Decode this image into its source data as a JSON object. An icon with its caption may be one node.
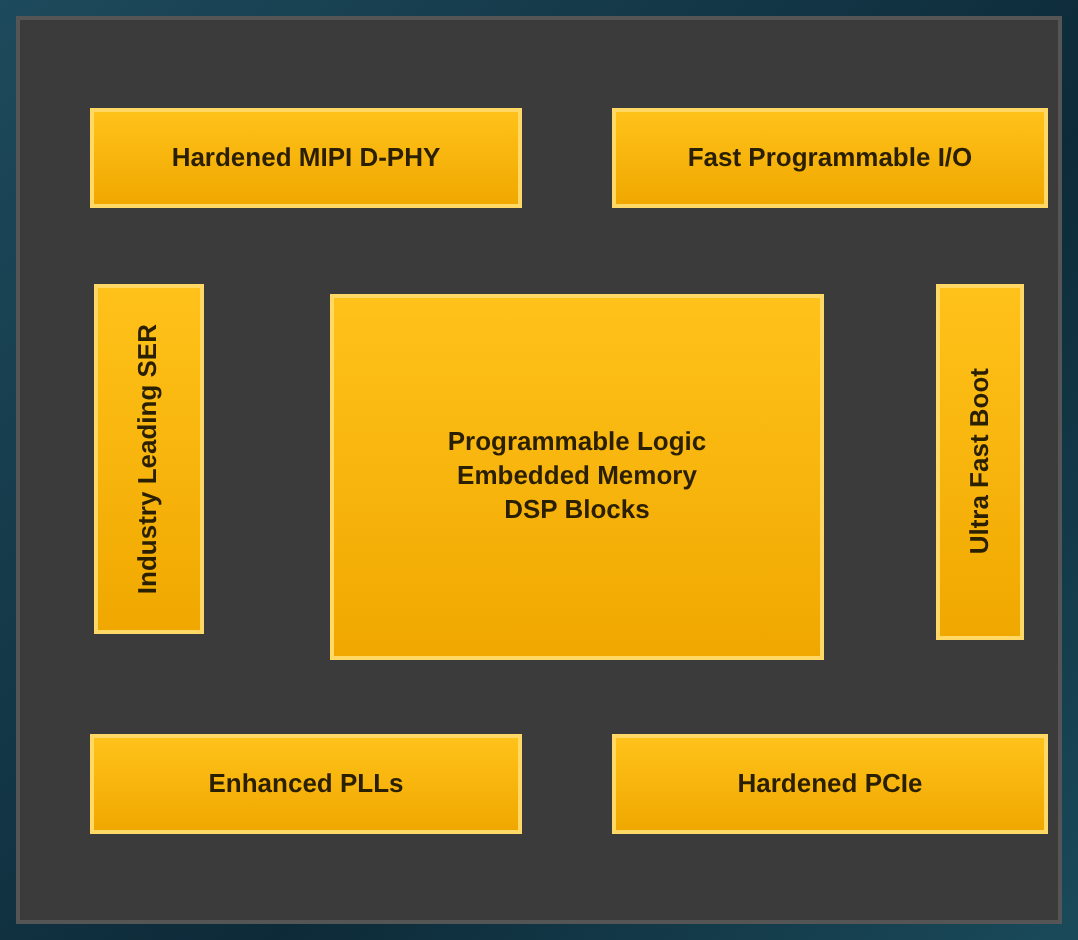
{
  "diagram": {
    "nodes": [
      {
        "text": [],
        "shape": "box"
      },
      {
        "text": [
          "Hardened MIPI D-PHY"
        ],
        "in": 0
      },
      {
        "text": [
          "Fast Programmable I/O"
        ],
        "in": 0
      },
      {
        "text": [
          "Industry Leading SER"
        ],
        "in": 0
      },
      {
        "text": [
          "Programmable Logic",
          "Embedded Memory",
          "DSP Blocks"
        ],
        "in": 0
      },
      {
        "text": [
          "Ultra Fast Boot"
        ],
        "in": 0
      },
      {
        "text": [
          "Enhanced PLLs"
        ],
        "in": 0
      },
      {
        "text": [
          "Hardened PCIe"
        ],
        "in": 0
      }
    ]
  }
}
